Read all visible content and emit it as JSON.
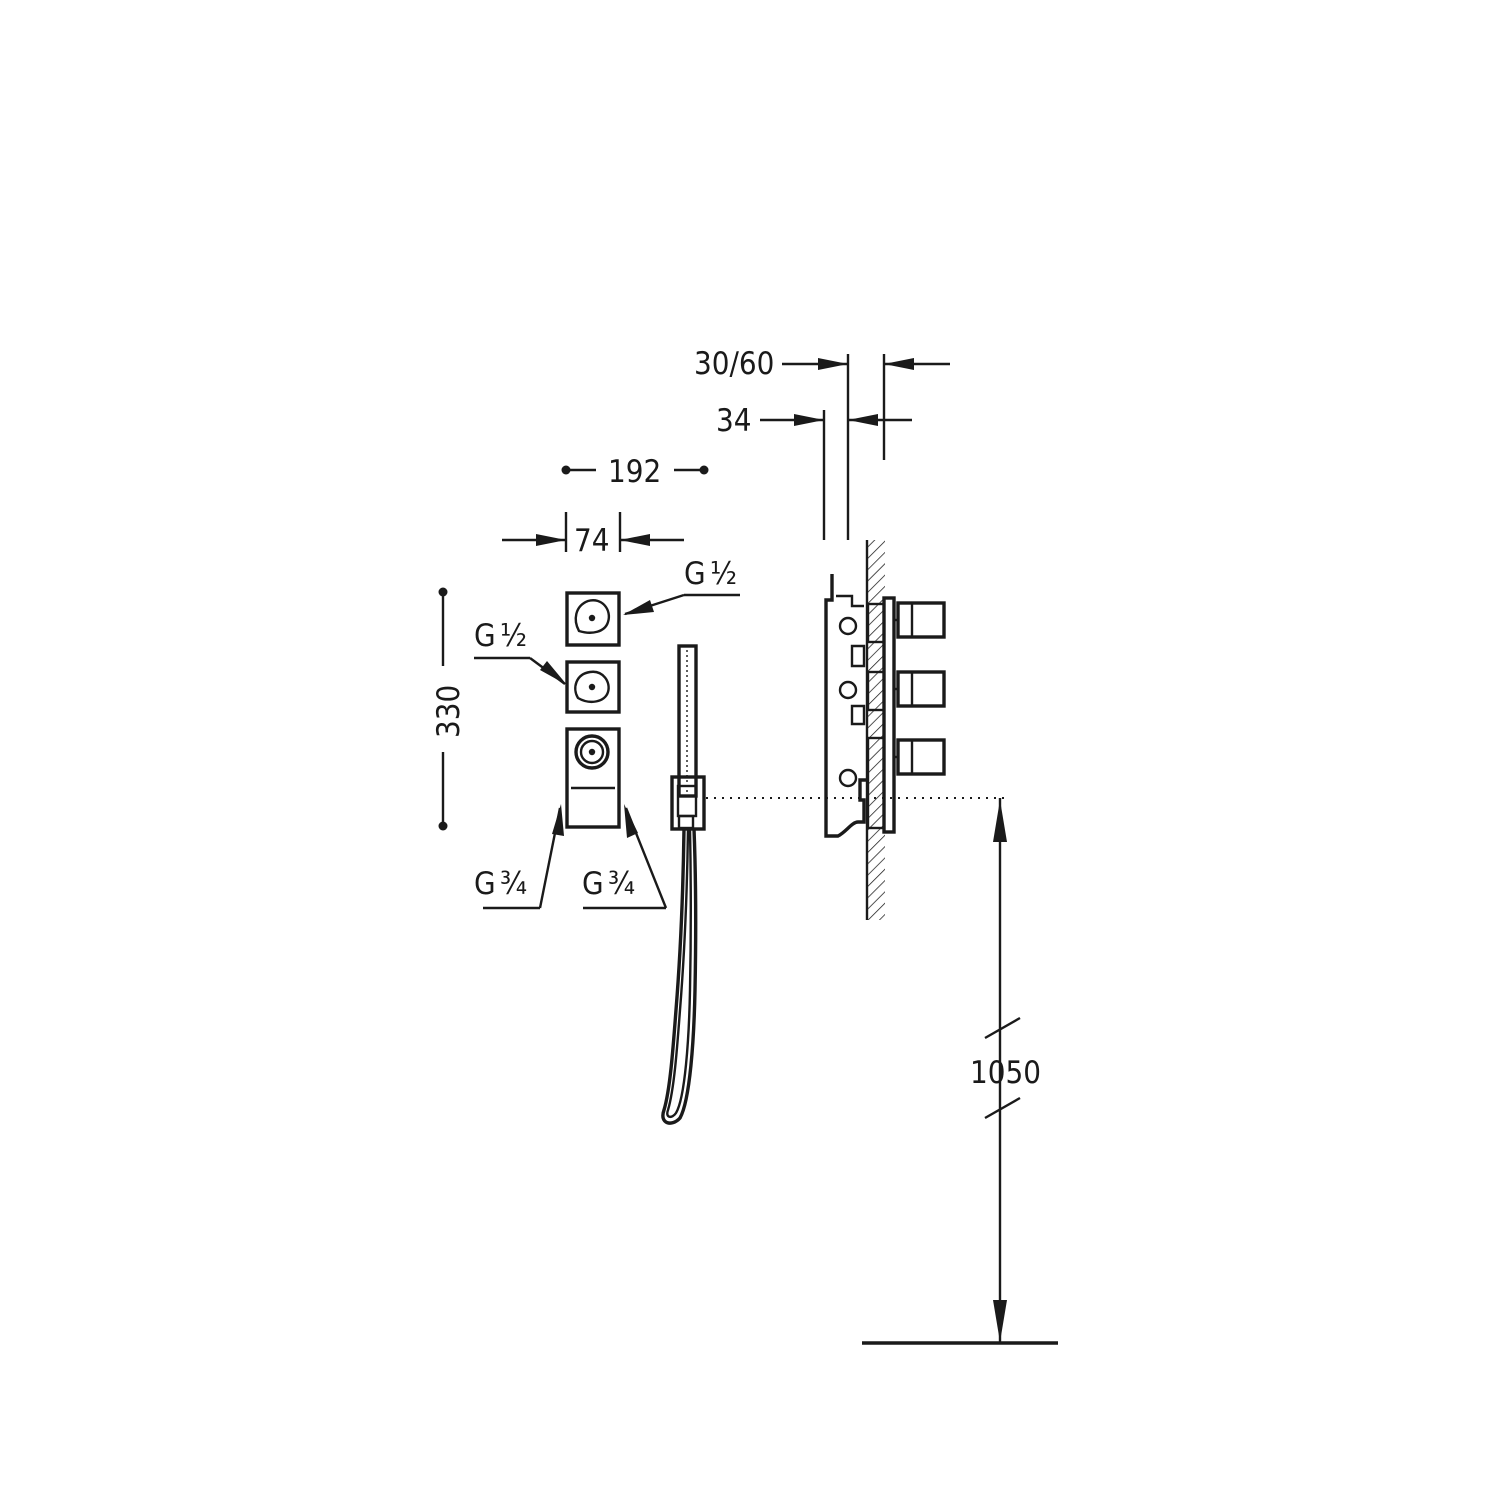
{
  "dimensions": {
    "wall_range": "30/60",
    "plate_depth": "34",
    "total_width": "192",
    "plate_width": "74",
    "total_height": "330",
    "mount_height": "1050"
  },
  "connections": {
    "top_outlet": {
      "g": "G",
      "frac": "1/2"
    },
    "middle_outlet": {
      "g": "G",
      "frac": "1/2"
    },
    "inlet_left": {
      "g": "G",
      "frac": "3/4"
    },
    "inlet_right": {
      "g": "G",
      "frac": "3/4"
    }
  },
  "colors": {
    "ink": "#1a1a1a",
    "background": "#ffffff"
  }
}
